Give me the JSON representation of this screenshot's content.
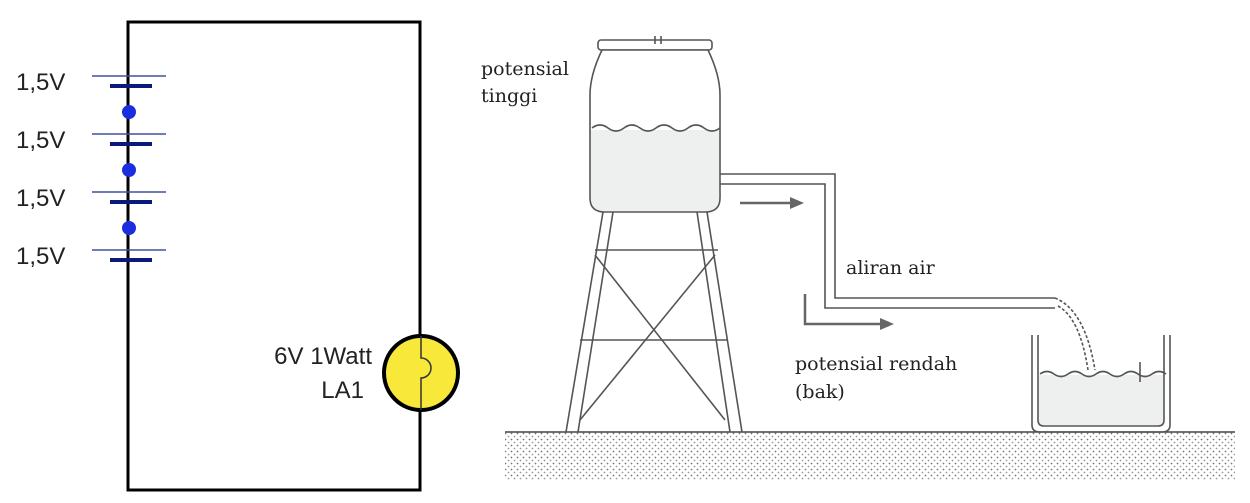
{
  "circuit": {
    "battery_labels": [
      "1,5V",
      "1,5V",
      "1,5V",
      "1,5V"
    ],
    "lamp_rating": "6V 1Watt",
    "lamp_name": "LA1",
    "colors": {
      "wire": "#000000",
      "battery": "#0a1a7a",
      "node": "#1a2ee0",
      "lamp": "#f7e83a"
    }
  },
  "water_analogy": {
    "high_label_1": "potensial",
    "high_label_2": "tinggi",
    "flow_label": "aliran air",
    "low_label_1": "potensial rendah",
    "low_label_2": "(bak)"
  }
}
